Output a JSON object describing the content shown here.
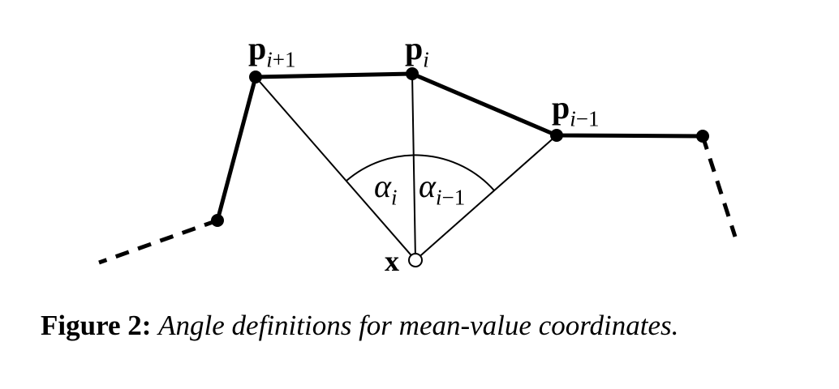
{
  "labels": {
    "p_next": {
      "main": "p",
      "sub_var": "i",
      "sub_rest": "+1"
    },
    "p_i": {
      "main": "p",
      "sub_var": "i",
      "sub_rest": ""
    },
    "p_prev": {
      "main": "p",
      "sub_var": "i",
      "sub_rest": "−1"
    },
    "alpha_i": {
      "main": "α",
      "sub_var": "i",
      "sub_rest": ""
    },
    "alpha_prev": {
      "main": "α",
      "sub_var": "i",
      "sub_rest": "−1"
    },
    "x": "x"
  },
  "caption": {
    "label": "Figure 2:",
    "text": "Angle definitions for mean-value coordinates."
  },
  "colors": {
    "ink": "#000000",
    "background": "#ffffff"
  }
}
